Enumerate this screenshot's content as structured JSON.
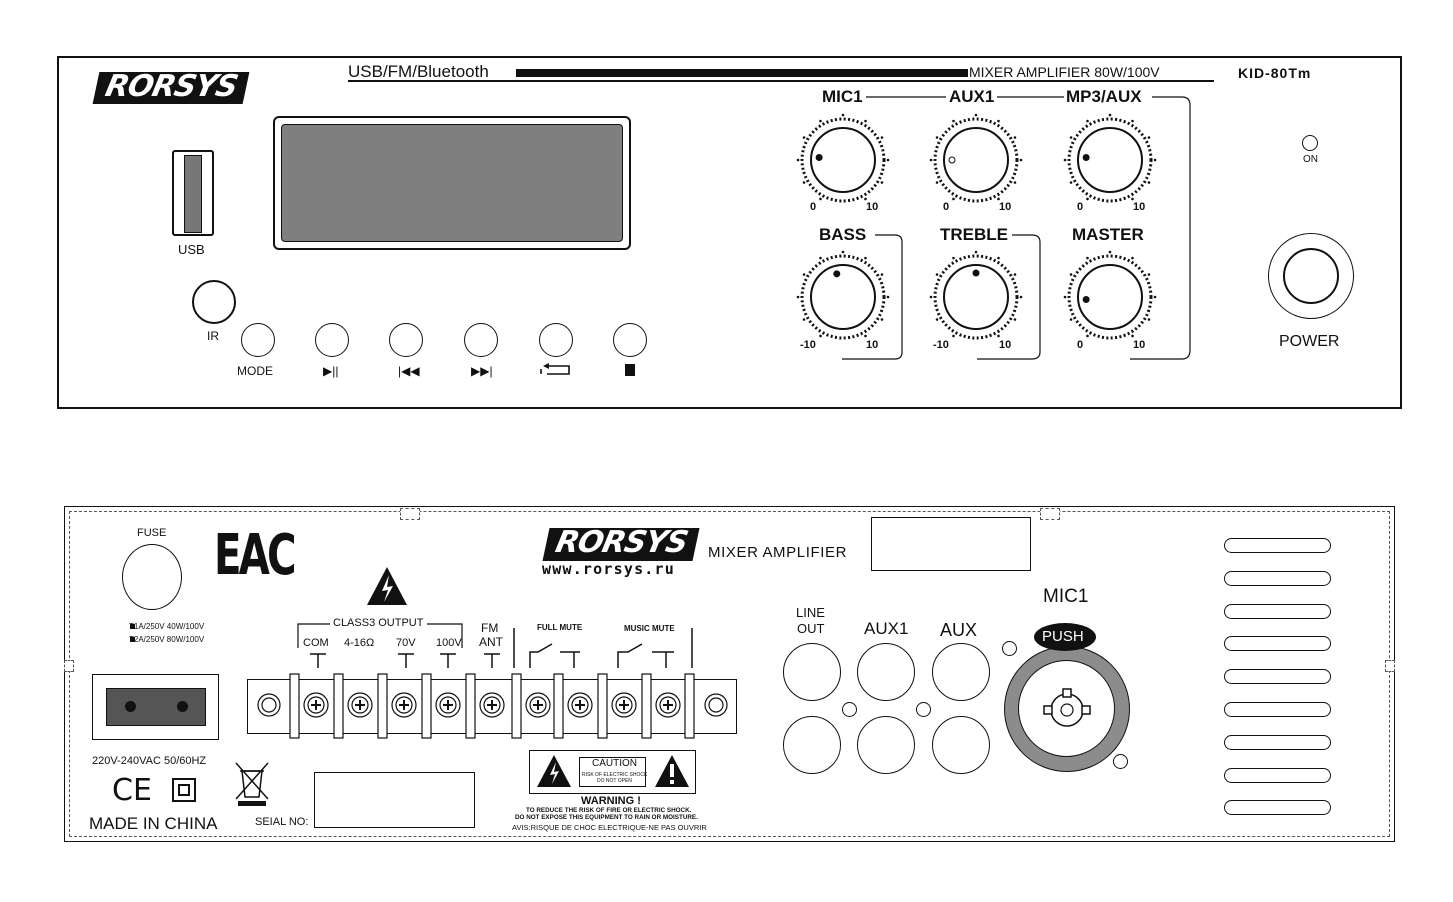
{
  "front": {
    "logo": "RORSYS",
    "feature_strip": "USB/FM/Bluetooth",
    "product_strip": "MIXER AMPLIFIER 80W/100V",
    "model": "KID-80Tm",
    "usb_label": "USB",
    "ir_label": "IR",
    "transport": [
      {
        "label": "MODE",
        "icon": "mode"
      },
      {
        "label": "",
        "icon": "play-pause-icon"
      },
      {
        "label": "",
        "icon": "previous-icon"
      },
      {
        "label": "",
        "icon": "next-icon"
      },
      {
        "label": "",
        "icon": "repeat-icon"
      },
      {
        "label": "",
        "icon": "stop-icon"
      }
    ],
    "knobs": [
      {
        "label": "MIC1",
        "min": "0",
        "max": "10",
        "level": 0.22
      },
      {
        "label": "AUX1",
        "min": "0",
        "max": "10",
        "level": 0.2
      },
      {
        "label": "MP3/AUX",
        "min": "0",
        "max": "10",
        "level": 0.22
      },
      {
        "label": "BASS",
        "min": "-10",
        "max": "10",
        "level": 0.45
      },
      {
        "label": "TREBLE",
        "min": "-10",
        "max": "10",
        "level": 0.5
      },
      {
        "label": "MASTER",
        "min": "0",
        "max": "10",
        "level": 0.18
      }
    ],
    "on_label": "ON",
    "power_label": "POWER"
  },
  "rear": {
    "fuse_label": "FUSE",
    "eac_mark": "EAC",
    "fuse_notes": [
      "T1A/250V  40W/100V",
      "T2A/250V  80W/100V"
    ],
    "logo": "RORSYS",
    "website": "www.rorsys.ru",
    "product_name": "MIXER AMPLIFIER",
    "class3_output": "CLASS3 OUTPUT",
    "output_terminals": [
      "COM",
      "4-16Ω",
      "70V",
      "100V"
    ],
    "fm_ant": [
      "FM",
      "ANT"
    ],
    "full_mute": "FULL MUTE",
    "music_mute": "MUSIC MUTE",
    "voltage": "220V-240VAC 50/60HZ",
    "ce_mark": "CE",
    "made_in": "MADE IN CHINA",
    "serial_label": "SEIAL NO:",
    "caution": "CAUTION",
    "caution_sub": [
      "RISK OF ELECTRIC SHOCK",
      "DO NOT OPEN"
    ],
    "warning_title": "WARNING !",
    "warning_lines": [
      "TO REDUCE THE RISK OF FIRE OR ELECTRIC SHOCK.",
      "DO NOT EXPOSE THIS EQUIPMENT TO RAIN OR MOISTURE.",
      "AVIS:RISQUE DE CHOC ELECTRIQUE-NE PAS OUVRIR"
    ],
    "line_out": [
      "LINE",
      "OUT"
    ],
    "aux1": "AUX1",
    "aux": "AUX",
    "mic1": "MIC1",
    "push": "PUSH"
  }
}
